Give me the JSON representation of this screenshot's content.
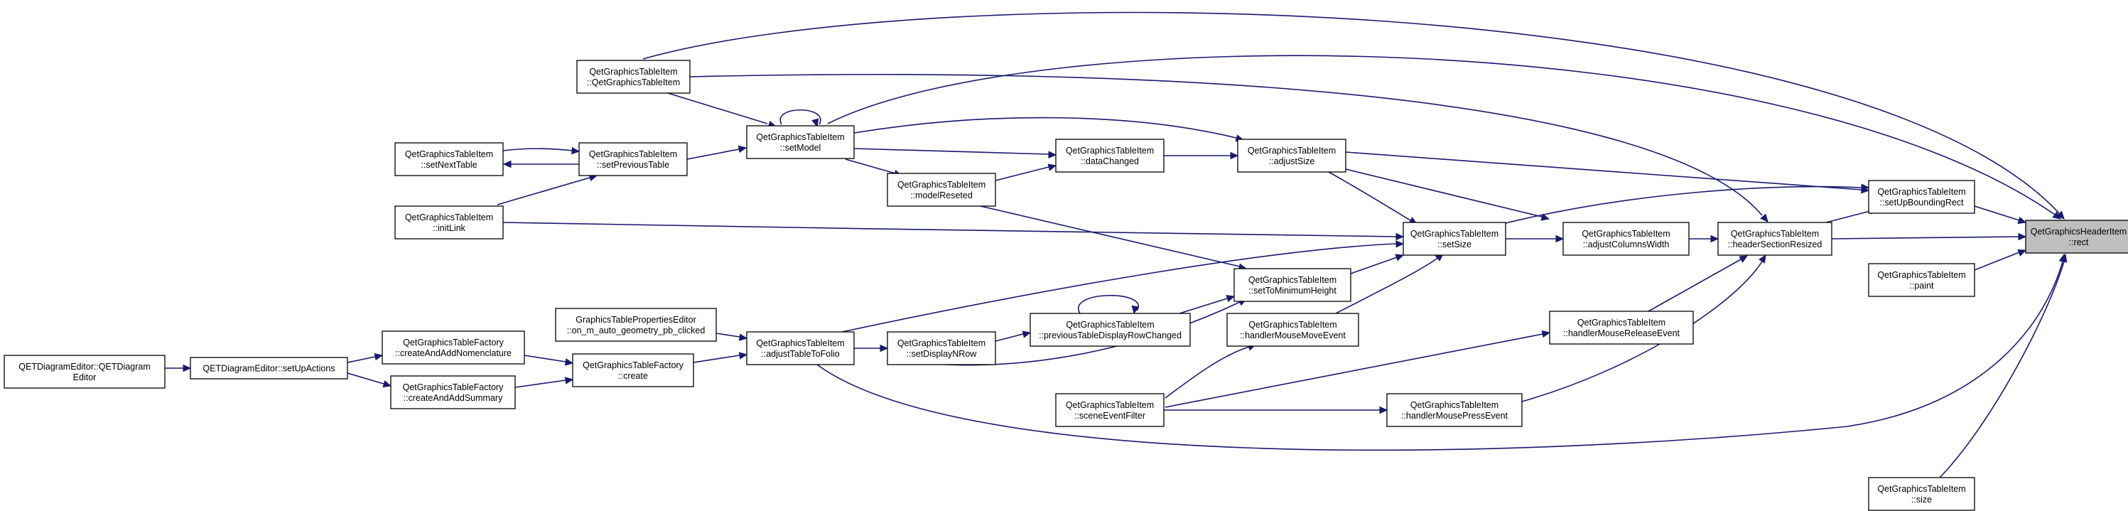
{
  "graph": {
    "title": "",
    "nodes": [
      {
        "id": "rect",
        "lines": [
          "QetGraphicsHeaderItem",
          "::rect"
        ],
        "focus": true
      },
      {
        "id": "ctor",
        "lines": [
          "QetGraphicsTableItem",
          "::QetGraphicsTableItem"
        ]
      },
      {
        "id": "setModel",
        "lines": [
          "QetGraphicsTableItem",
          "::setModel"
        ]
      },
      {
        "id": "setNextTable",
        "lines": [
          "QetGraphicsTableItem",
          "::setNextTable"
        ]
      },
      {
        "id": "setPreviousTable",
        "lines": [
          "QetGraphicsTableItem",
          "::setPreviousTable"
        ]
      },
      {
        "id": "initLink",
        "lines": [
          "QetGraphicsTableItem",
          "::initLink"
        ]
      },
      {
        "id": "modelReseted",
        "lines": [
          "QetGraphicsTableItem",
          "::modelReseted"
        ]
      },
      {
        "id": "dataChanged",
        "lines": [
          "QetGraphicsTableItem",
          "::dataChanged"
        ]
      },
      {
        "id": "adjustSize",
        "lines": [
          "QetGraphicsTableItem",
          "::adjustSize"
        ]
      },
      {
        "id": "setSize",
        "lines": [
          "QetGraphicsTableItem",
          "::setSize"
        ]
      },
      {
        "id": "adjustColumnsWidth",
        "lines": [
          "QetGraphicsTableItem",
          "::adjustColumnsWidth"
        ]
      },
      {
        "id": "headerSectionResized",
        "lines": [
          "QetGraphicsTableItem",
          "::headerSectionResized"
        ]
      },
      {
        "id": "setUpBoundingRect",
        "lines": [
          "QetGraphicsTableItem",
          "::setUpBoundingRect"
        ]
      },
      {
        "id": "paint",
        "lines": [
          "QetGraphicsTableItem",
          "::paint"
        ]
      },
      {
        "id": "size",
        "lines": [
          "QetGraphicsTableItem",
          "::size"
        ]
      },
      {
        "id": "setToMinimumHeight",
        "lines": [
          "QetGraphicsTableItem",
          "::setToMinimumHeight"
        ]
      },
      {
        "id": "handlerMouseMoveEvent",
        "lines": [
          "QetGraphicsTableItem",
          "::handlerMouseMoveEvent"
        ]
      },
      {
        "id": "handlerMouseReleaseEvent",
        "lines": [
          "QetGraphicsTableItem",
          "::handlerMouseReleaseEvent"
        ]
      },
      {
        "id": "handlerMousePressEvent",
        "lines": [
          "QetGraphicsTableItem",
          "::handlerMousePressEvent"
        ]
      },
      {
        "id": "sceneEventFilter",
        "lines": [
          "QetGraphicsTableItem",
          "::sceneEventFilter"
        ]
      },
      {
        "id": "previousTableDisplayRowChanged",
        "lines": [
          "QetGraphicsTableItem",
          "::previousTableDisplayRowChanged"
        ]
      },
      {
        "id": "setDisplayNRow",
        "lines": [
          "QetGraphicsTableItem",
          "::setDisplayNRow"
        ]
      },
      {
        "id": "adjustTableToFolio",
        "lines": [
          "QetGraphicsTableItem",
          "::adjustTableToFolio"
        ]
      },
      {
        "id": "onAutoGeometry",
        "lines": [
          "GraphicsTablePropertiesEditor",
          "::on_m_auto_geometry_pb_clicked"
        ]
      },
      {
        "id": "factoryCreate",
        "lines": [
          "QetGraphicsTableFactory",
          "::create"
        ]
      },
      {
        "id": "createAndAddNomenclature",
        "lines": [
          "QetGraphicsTableFactory",
          "::createAndAddNomenclature"
        ]
      },
      {
        "id": "createAndAddSummary",
        "lines": [
          "QetGraphicsTableFactory",
          "::createAndAddSummary"
        ]
      },
      {
        "id": "setUpActions",
        "lines": [
          "QETDiagramEditor::setUpActions"
        ]
      },
      {
        "id": "editorCtor",
        "lines": [
          "QETDiagramEditor::QETDiagram",
          "Editor"
        ]
      }
    ],
    "edges": [
      [
        "ctor",
        "rect"
      ],
      [
        "setModel",
        "rect"
      ],
      [
        "ctor",
        "setModel"
      ],
      [
        "setModel",
        "setModel"
      ],
      [
        "setPreviousTable",
        "setModel"
      ],
      [
        "setPreviousTable",
        "setNextTable"
      ],
      [
        "setNextTable",
        "setPreviousTable"
      ],
      [
        "initLink",
        "setPreviousTable"
      ],
      [
        "setModel",
        "dataChanged"
      ],
      [
        "setModel",
        "modelReseted"
      ],
      [
        "modelReseted",
        "dataChanged"
      ],
      [
        "dataChanged",
        "adjustSize"
      ],
      [
        "setModel",
        "adjustSize"
      ],
      [
        "adjustSize",
        "setUpBoundingRect"
      ],
      [
        "adjustSize",
        "setSize"
      ],
      [
        "adjustSize",
        "adjustColumnsWidth"
      ],
      [
        "initLink",
        "setSize"
      ],
      [
        "modelReseted",
        "setToMinimumHeight"
      ],
      [
        "setToMinimumHeight",
        "setSize"
      ],
      [
        "handlerMouseMoveEvent",
        "setSize"
      ],
      [
        "adjustTableToFolio",
        "setSize"
      ],
      [
        "setSize",
        "setUpBoundingRect"
      ],
      [
        "setSize",
        "adjustColumnsWidth"
      ],
      [
        "adjustColumnsWidth",
        "headerSectionResized"
      ],
      [
        "headerSectionResized",
        "setUpBoundingRect"
      ],
      [
        "headerSectionResized",
        "rect"
      ],
      [
        "setUpBoundingRect",
        "rect"
      ],
      [
        "paint",
        "rect"
      ],
      [
        "size",
        "rect"
      ],
      [
        "ctor",
        "headerSectionResized"
      ],
      [
        "handlerMouseReleaseEvent",
        "headerSectionResized"
      ],
      [
        "handlerMousePressEvent",
        "headerSectionResized"
      ],
      [
        "sceneEventFilter",
        "handlerMouseMoveEvent"
      ],
      [
        "sceneEventFilter",
        "handlerMouseReleaseEvent"
      ],
      [
        "sceneEventFilter",
        "handlerMousePressEvent"
      ],
      [
        "previousTableDisplayRowChanged",
        "setToMinimumHeight"
      ],
      [
        "previousTableDisplayRowChanged",
        "previousTableDisplayRowChanged"
      ],
      [
        "setDisplayNRow",
        "previousTableDisplayRowChanged"
      ],
      [
        "setDisplayNRow",
        "setToMinimumHeight"
      ],
      [
        "adjustTableToFolio",
        "setDisplayNRow"
      ],
      [
        "adjustTableToFolio",
        "rect"
      ],
      [
        "onAutoGeometry",
        "adjustTableToFolio"
      ],
      [
        "factoryCreate",
        "adjustTableToFolio"
      ],
      [
        "createAndAddNomenclature",
        "factoryCreate"
      ],
      [
        "createAndAddSummary",
        "factoryCreate"
      ],
      [
        "setUpActions",
        "createAndAddNomenclature"
      ],
      [
        "setUpActions",
        "createAndAddSummary"
      ],
      [
        "editorCtor",
        "setUpActions"
      ]
    ],
    "colors": {
      "edge": "#191970",
      "node_border": "#000000",
      "focus_fill": "#bfbfbf",
      "node_fill": "#ffffff"
    }
  }
}
